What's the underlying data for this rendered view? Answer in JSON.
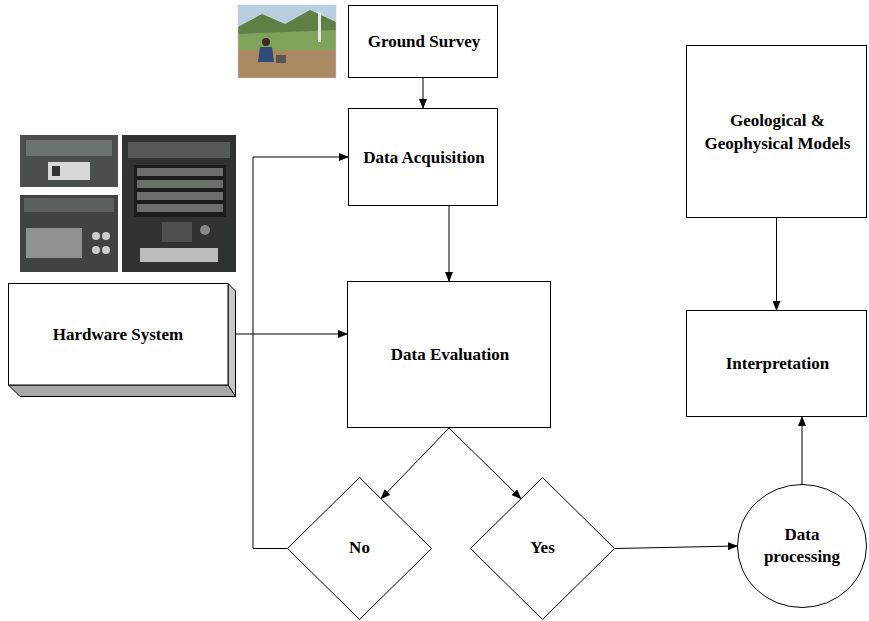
{
  "diagram": {
    "nodes": [
      {
        "text": [
          "Ground Survey"
        ]
      },
      {
        "text": [
          "Data Acquisition"
        ]
      },
      {
        "text": [
          "Geological & Geophysical Models"
        ]
      },
      {
        "text": [
          "Hardware System"
        ]
      },
      {
        "text": [
          "Data Evaluation"
        ]
      },
      {
        "text": [
          "Interpretation"
        ]
      },
      {
        "text": [
          "No"
        ]
      },
      {
        "text": [
          "Yes"
        ]
      },
      {
        "text": [
          "Data processing"
        ]
      }
    ],
    "edges": [
      {
        "from": 0,
        "to": 1,
        "arrow": "to"
      },
      {
        "from": 1,
        "to": 4,
        "arrow": "to"
      },
      {
        "from": 3,
        "to": 4,
        "arrow": "to"
      },
      {
        "from": 4,
        "to": 6,
        "arrow": "to"
      },
      {
        "from": 4,
        "to": 7,
        "arrow": "to"
      },
      {
        "from": 6,
        "to": 1,
        "arrow": "to"
      },
      {
        "from": 7,
        "to": 8,
        "arrow": "to"
      },
      {
        "from": 8,
        "to": 5,
        "arrow": "to"
      },
      {
        "from": 2,
        "to": 5,
        "arrow": "to"
      }
    ]
  }
}
